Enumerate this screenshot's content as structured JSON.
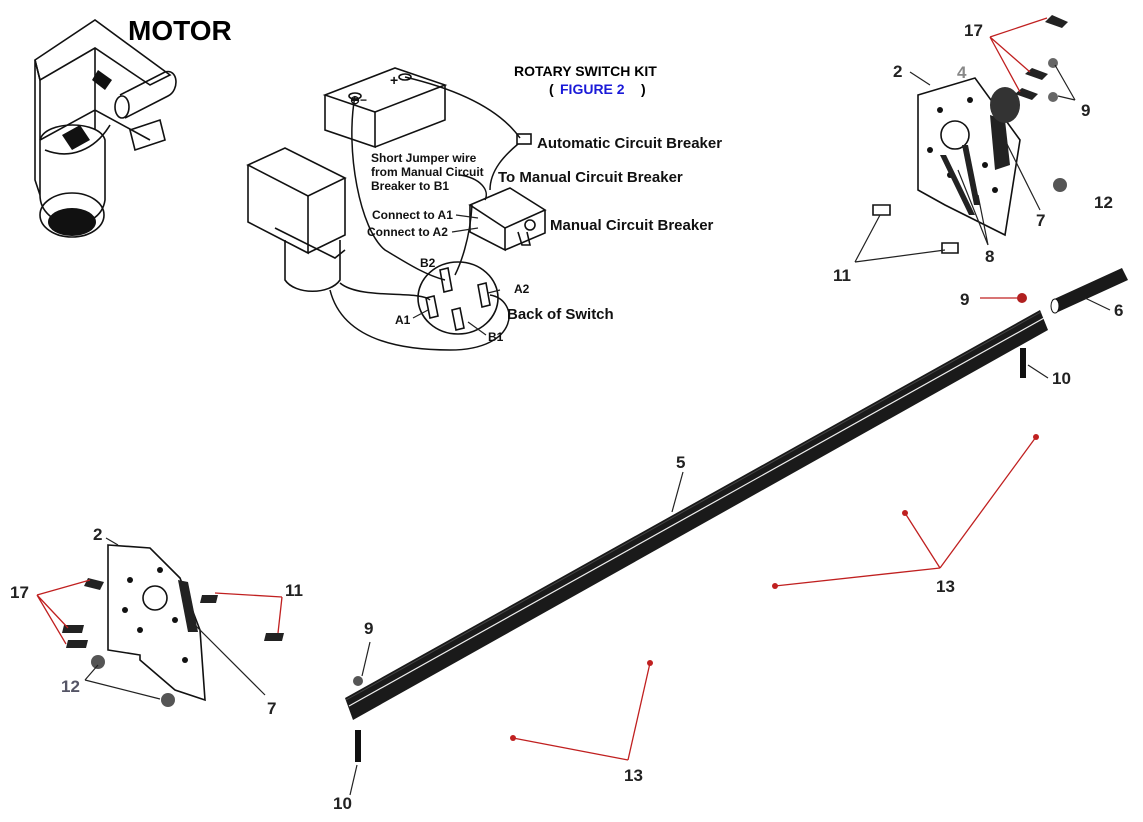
{
  "motor_title": "MOTOR",
  "kit": {
    "title": "ROTARY SWITCH KIT",
    "paren_open": "(",
    "figure": "FIGURE 2",
    "paren_close": ")",
    "figure_color": "#1a1ad8"
  },
  "wiring": {
    "battery_plus": "+",
    "battery_minus": "⊖−",
    "auto_breaker": "Automatic Circuit Breaker",
    "jumper_line1": "Short Jumper wire",
    "jumper_line2": "from Manual Circuit",
    "jumper_line3": "Breaker to B1",
    "to_manual": "To Manual Circuit Breaker",
    "connect_a1": "Connect to A1",
    "connect_a2": "Connect to A2",
    "manual_breaker": "Manual Circuit Breaker",
    "b2": "B2",
    "a2": "A2",
    "a1": "A1",
    "b1": "B1",
    "back_of_switch": "Back of Switch"
  },
  "callouts": {
    "tr_17": "17",
    "tr_2": "2",
    "tr_4": "4",
    "tr_9": "9",
    "tr_7": "7",
    "tr_12": "12",
    "tr_8": "8",
    "tr_11": "11",
    "r_9": "9",
    "r_6": "6",
    "r_10": "10",
    "shaft_5": "5",
    "r_13": "13",
    "l_2": "2",
    "l_17": "17",
    "l_11": "11",
    "l_12": "12",
    "l_7": "7",
    "m_9": "9",
    "m_10": "10",
    "m_13": "13"
  },
  "colors": {
    "leader_red": "#c02020",
    "ink": "#111111"
  }
}
